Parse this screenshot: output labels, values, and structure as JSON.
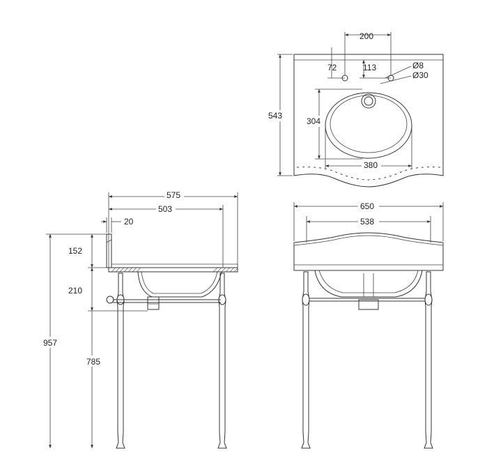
{
  "colors": {
    "line": "#333333",
    "background": "#ffffff",
    "text": "#222222"
  },
  "plan_view": {
    "width_label": "543",
    "tap_spacing_label": "200",
    "front_offset_label": "72",
    "tap_offset_label": "113",
    "tap_hole_label": "Ø8",
    "waste_hole_label": "Ø30",
    "bowl_depth_label": "304",
    "bowl_width_label": "380"
  },
  "side_view": {
    "overall_depth_label": "575",
    "bowl_depth_label": "503",
    "upstand_label": "20",
    "upstand_height_label": "152",
    "basin_height_label": "210",
    "floor_to_rim_label": "785",
    "overall_height_label": "957"
  },
  "front_view": {
    "overall_width_label": "650",
    "basin_width_label": "538"
  }
}
